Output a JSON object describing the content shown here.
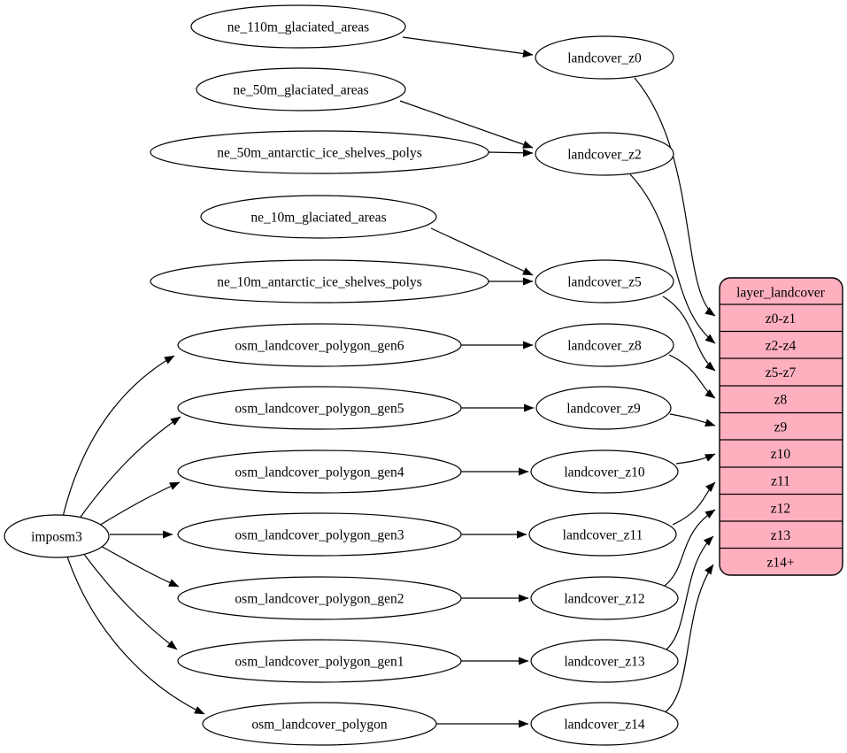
{
  "colors": {
    "background": "#ffffff",
    "node_fill": "#ffffff",
    "node_stroke": "#000000",
    "edge": "#000000",
    "table_fill": "#ffb0bf",
    "text": "#000000"
  },
  "labels": {
    "imposm3": "imposm3",
    "ne_110m_glaciated_areas": "ne_110m_glaciated_areas",
    "ne_50m_glaciated_areas": "ne_50m_glaciated_areas",
    "ne_50m_antarctic_ice_shelves_polys": "ne_50m_antarctic_ice_shelves_polys",
    "ne_10m_glaciated_areas": "ne_10m_glaciated_areas",
    "ne_10m_antarctic_ice_shelves_polys": "ne_10m_antarctic_ice_shelves_polys",
    "osm_landcover_polygon_gen6": "osm_landcover_polygon_gen6",
    "osm_landcover_polygon_gen5": "osm_landcover_polygon_gen5",
    "osm_landcover_polygon_gen4": "osm_landcover_polygon_gen4",
    "osm_landcover_polygon_gen3": "osm_landcover_polygon_gen3",
    "osm_landcover_polygon_gen2": "osm_landcover_polygon_gen2",
    "osm_landcover_polygon_gen1": "osm_landcover_polygon_gen1",
    "osm_landcover_polygon": "osm_landcover_polygon",
    "landcover_z0": "landcover_z0",
    "landcover_z2": "landcover_z2",
    "landcover_z5": "landcover_z5",
    "landcover_z8": "landcover_z8",
    "landcover_z9": "landcover_z9",
    "landcover_z10": "landcover_z10",
    "landcover_z11": "landcover_z11",
    "landcover_z12": "landcover_z12",
    "landcover_z13": "landcover_z13",
    "landcover_z14": "landcover_z14"
  },
  "table": {
    "title": "layer_landcover",
    "rows": [
      "z0-z1",
      "z2-z4",
      "z5-z7",
      "z8",
      "z9",
      "z10",
      "z11",
      "z12",
      "z13",
      "z14+"
    ]
  },
  "edges": [
    {
      "from": "imposm3",
      "to": "osm_landcover_polygon_gen6"
    },
    {
      "from": "imposm3",
      "to": "osm_landcover_polygon_gen5"
    },
    {
      "from": "imposm3",
      "to": "osm_landcover_polygon_gen4"
    },
    {
      "from": "imposm3",
      "to": "osm_landcover_polygon_gen3"
    },
    {
      "from": "imposm3",
      "to": "osm_landcover_polygon_gen2"
    },
    {
      "from": "imposm3",
      "to": "osm_landcover_polygon_gen1"
    },
    {
      "from": "imposm3",
      "to": "osm_landcover_polygon"
    },
    {
      "from": "ne_110m_glaciated_areas",
      "to": "landcover_z0"
    },
    {
      "from": "ne_50m_glaciated_areas",
      "to": "landcover_z2"
    },
    {
      "from": "ne_50m_antarctic_ice_shelves_polys",
      "to": "landcover_z2"
    },
    {
      "from": "ne_10m_glaciated_areas",
      "to": "landcover_z5"
    },
    {
      "from": "ne_10m_antarctic_ice_shelves_polys",
      "to": "landcover_z5"
    },
    {
      "from": "osm_landcover_polygon_gen6",
      "to": "landcover_z8"
    },
    {
      "from": "osm_landcover_polygon_gen5",
      "to": "landcover_z9"
    },
    {
      "from": "osm_landcover_polygon_gen4",
      "to": "landcover_z10"
    },
    {
      "from": "osm_landcover_polygon_gen3",
      "to": "landcover_z11"
    },
    {
      "from": "osm_landcover_polygon_gen2",
      "to": "landcover_z12"
    },
    {
      "from": "osm_landcover_polygon_gen1",
      "to": "landcover_z13"
    },
    {
      "from": "osm_landcover_polygon",
      "to": "landcover_z14"
    },
    {
      "from": "landcover_z0",
      "to": "layer_landcover.z0-z1"
    },
    {
      "from": "landcover_z2",
      "to": "layer_landcover.z2-z4"
    },
    {
      "from": "landcover_z5",
      "to": "layer_landcover.z5-z7"
    },
    {
      "from": "landcover_z8",
      "to": "layer_landcover.z8"
    },
    {
      "from": "landcover_z9",
      "to": "layer_landcover.z9"
    },
    {
      "from": "landcover_z10",
      "to": "layer_landcover.z10"
    },
    {
      "from": "landcover_z11",
      "to": "layer_landcover.z11"
    },
    {
      "from": "landcover_z12",
      "to": "layer_landcover.z12"
    },
    {
      "from": "landcover_z13",
      "to": "layer_landcover.z13"
    },
    {
      "from": "landcover_z14",
      "to": "layer_landcover.z14+"
    }
  ]
}
